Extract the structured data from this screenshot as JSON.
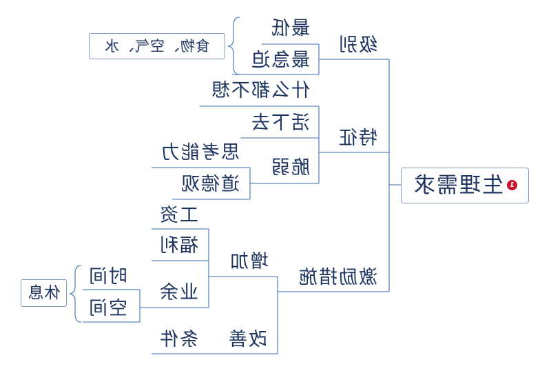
{
  "colors": {
    "line": "#5b86c0",
    "text": "#1e3560",
    "priority": "#c8102e"
  },
  "root": {
    "label": "生理需求",
    "priority": "1",
    "icon": "priority-1-icon"
  },
  "branches": {
    "level": {
      "label": "级别",
      "children": [
        "最低",
        "最急迫"
      ],
      "summary": "食物、空气、水"
    },
    "features": {
      "label": "特征",
      "children": [
        "什么都不想",
        "活下去"
      ],
      "fragile": {
        "label": "脆弱",
        "children": [
          "思考能力",
          "道德观"
        ]
      }
    },
    "incentives": {
      "label": "激励措施",
      "increase": {
        "label": "增加",
        "children": [
          "工资",
          "福利"
        ],
        "spare": {
          "label": "业余",
          "children": [
            "时间",
            "空间"
          ],
          "summary": "休息"
        }
      },
      "improve": {
        "label": "改善",
        "children": [
          "条件"
        ]
      }
    }
  }
}
